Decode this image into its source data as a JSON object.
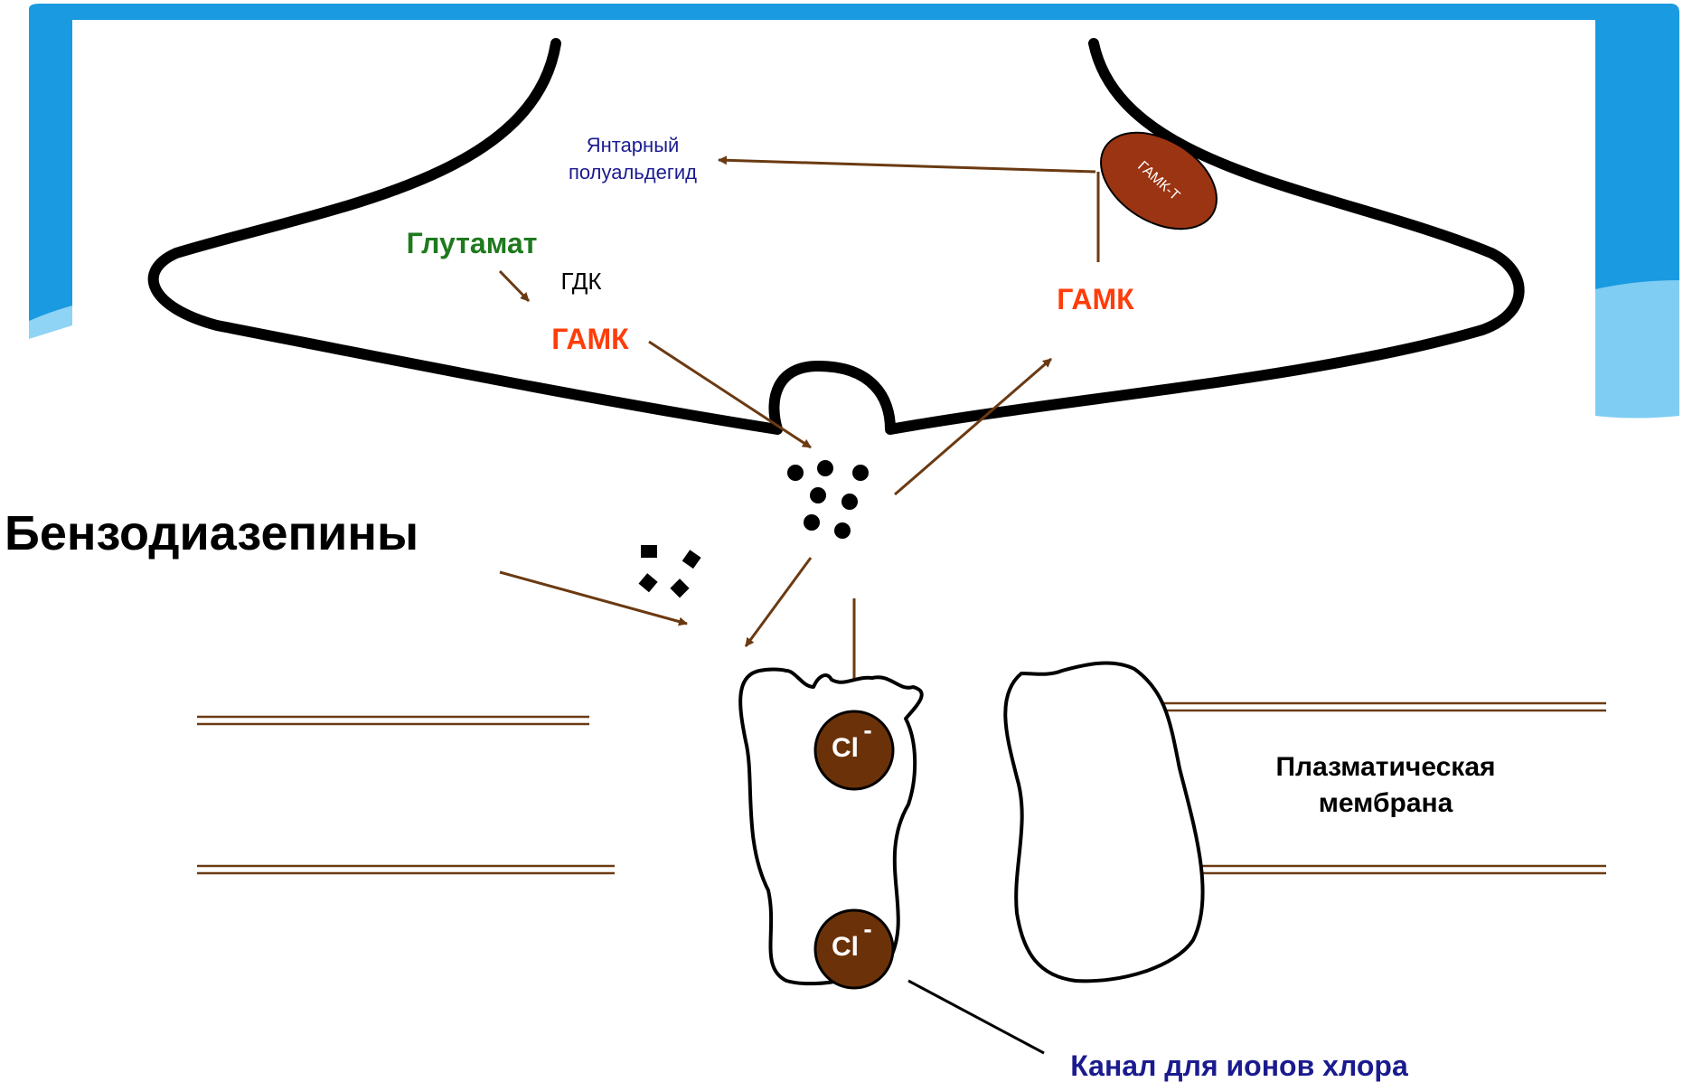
{
  "colors": {
    "frame_blue": "#1a9ae0",
    "frame_light": "#8fd3f5",
    "arrow_brown": "#6b3a12",
    "membrane_brown": "#6b3a12",
    "ion_fill": "#6b3209",
    "enzyme_fill": "#9a3412",
    "green": "#1e7a1e",
    "red_orange": "#ff3d0a",
    "navy": "#1b1b8f",
    "black": "#000000"
  },
  "labels": {
    "succinic_semialdehyde_line1": "Янтарный",
    "succinic_semialdehyde_line2": "полуальдегид",
    "gaba_t": "ГАМК-Т",
    "glutamate": "Глутамат",
    "gdk": "ГДК",
    "gaba_left": "ГАМК",
    "gaba_right": "ГАМК",
    "benzodiazepines": "Бензодиазепины",
    "ion_top": "Cl",
    "ion_bottom": "Cl",
    "ion_charge": "-",
    "membrane_line1": "Плазматическая",
    "membrane_line2": "мембрана",
    "channel": "Канал для ионов хлора"
  }
}
